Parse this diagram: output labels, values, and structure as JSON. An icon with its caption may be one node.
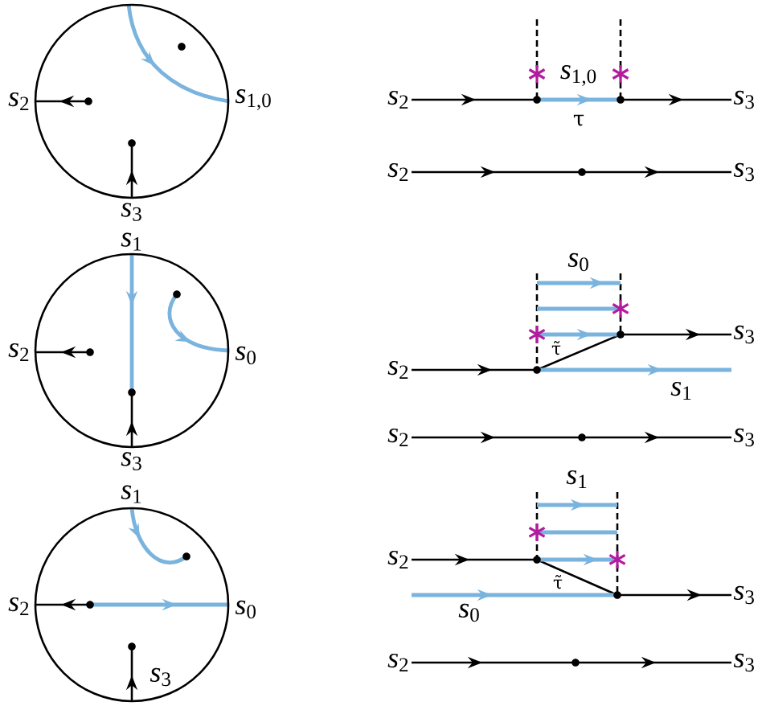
{
  "diagram": {
    "nodes": [
      {
        "text": [],
        "shape": "circle",
        "beside": [
          "*s*$_{2}$",
          "*s*$_{1,0}$",
          "*s*$_{3}$"
        ]
      },
      {
        "text": [],
        "shape": "circle",
        "beside": [
          "*s*$_{1}$",
          "*s*$_{2}$",
          "*s*$_{0}$",
          "*s*$_{3}$"
        ]
      },
      {
        "text": [
          "*s*$_{3}$"
        ],
        "beside": [
          "*s*$_{1}$",
          "*s*$_{2}$",
          "*s*$_{0}$"
        ]
      },
      {
        "text": [
          "*s*$_{2}$"
        ]
      },
      {
        "text": [
          "*s*$_{3}$"
        ]
      },
      {
        "text": [
          "*s*$_{2}$"
        ]
      },
      {
        "text": [
          "*s*$_{3}$"
        ]
      },
      {
        "text": [
          "*s*$_{2}$"
        ]
      },
      {
        "text": [
          "*s*$_{3}$"
        ]
      },
      {
        "text": [
          "*s*$_{2}$"
        ]
      },
      {
        "text": [
          "*s*$_{3}$"
        ]
      },
      {
        "text": [
          "*s*$_{2}$"
        ]
      },
      {
        "text": [
          "*s*$_{3}$"
        ]
      },
      {
        "text": [
          "*s*$_{2}$"
        ]
      },
      {
        "text": [
          "*s*$_{3}$"
        ]
      }
    ],
    "edges": [
      {
        "from": 3,
        "to": 4,
        "arrow": "to"
      },
      {
        "from": 5,
        "to": 6,
        "arrow": "to"
      },
      {
        "from": 7,
        "to": 8,
        "arrow": "to"
      },
      {
        "from": 9,
        "to": 10,
        "arrow": "to"
      },
      {
        "from": 11,
        "to": 12,
        "arrow": "to"
      },
      {
        "from": 13,
        "to": 14,
        "arrow": "to"
      }
    ],
    "labels": [
      "*s*$_{1,0}$",
      "τ",
      "*s*$_{0}$",
      "τ̃",
      "*s*$_{1}$",
      "*s*$_{1}$",
      "τ̃",
      "*s*$_{0}$"
    ]
  }
}
